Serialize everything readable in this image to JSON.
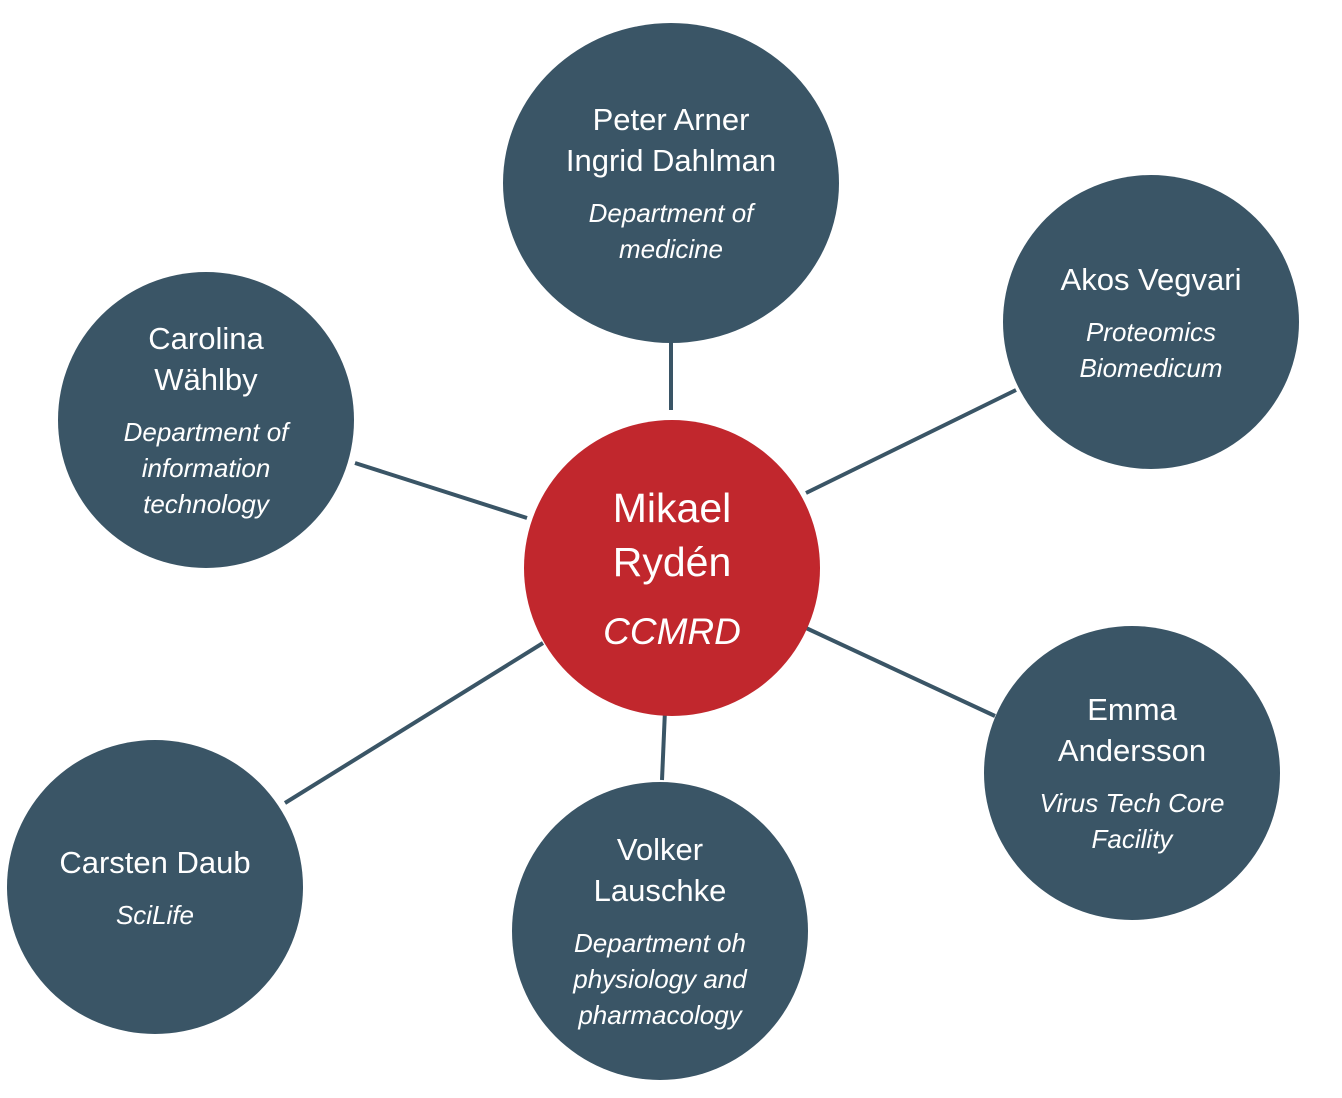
{
  "colors": {
    "center_fill": "#c1272d",
    "outer_fill": "#3a5566",
    "connector": "#3a5566",
    "text": "#ffffff"
  },
  "center": {
    "name": "Mikael\nRydén",
    "dept": "CCMRD"
  },
  "collaborators": [
    {
      "id": "arner-dahlman",
      "name": "Peter Arner\nIngrid Dahlman",
      "dept": "Department of\nmedicine"
    },
    {
      "id": "vegvari",
      "name": "Akos Vegvari",
      "dept": "Proteomics\nBiomedicum"
    },
    {
      "id": "andersson",
      "name": "Emma\nAndersson",
      "dept": "Virus Tech Core\nFacility"
    },
    {
      "id": "lauschke",
      "name": "Volker\nLauschke",
      "dept": "Department oh\nphysiology and\npharmacology"
    },
    {
      "id": "daub",
      "name": "Carsten Daub",
      "dept": "SciLife"
    },
    {
      "id": "wahlby",
      "name": "Carolina\nWählby",
      "dept": "Department of\ninformation\ntechnology"
    }
  ]
}
